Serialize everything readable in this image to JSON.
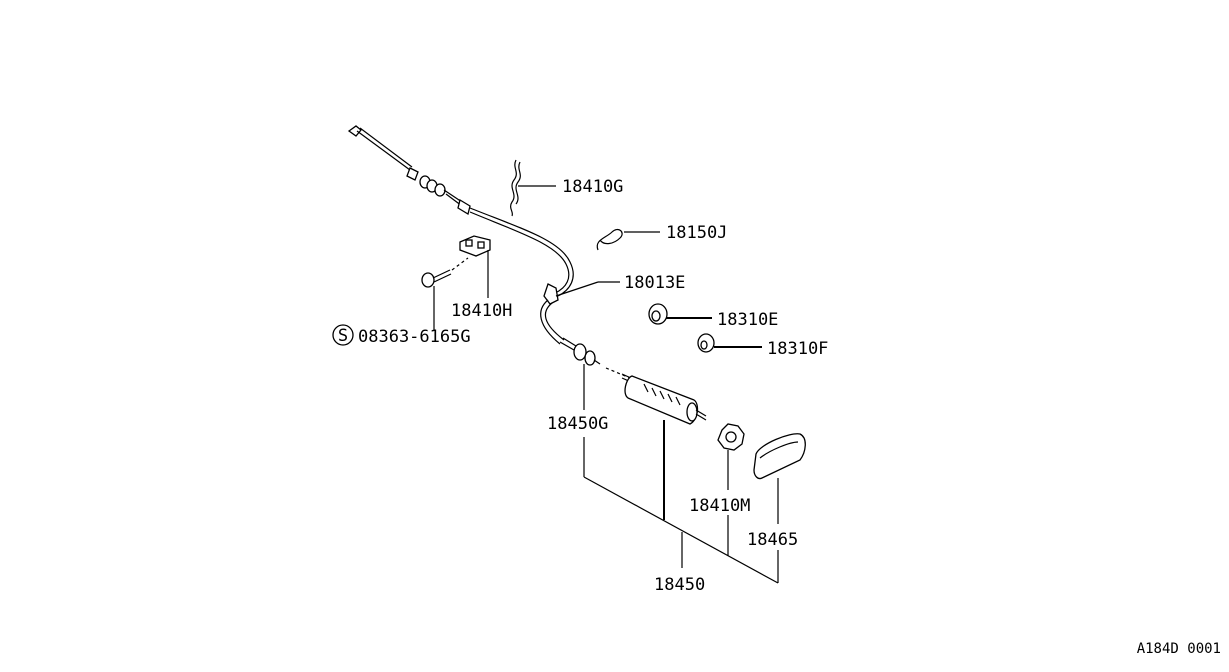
{
  "diagram": {
    "labels": {
      "p18410G": "18410G",
      "p18150J": "18150J",
      "p18013E": "18013E",
      "p18410H": "18410H",
      "p08363": "08363-6165G",
      "p18310E": "18310E",
      "p18310F": "18310F",
      "p18450G": "18450G",
      "p18410M": "18410M",
      "p18465": "18465",
      "p18450": "18450"
    },
    "s_symbol": "S",
    "figure_code": "A184D 0001"
  }
}
